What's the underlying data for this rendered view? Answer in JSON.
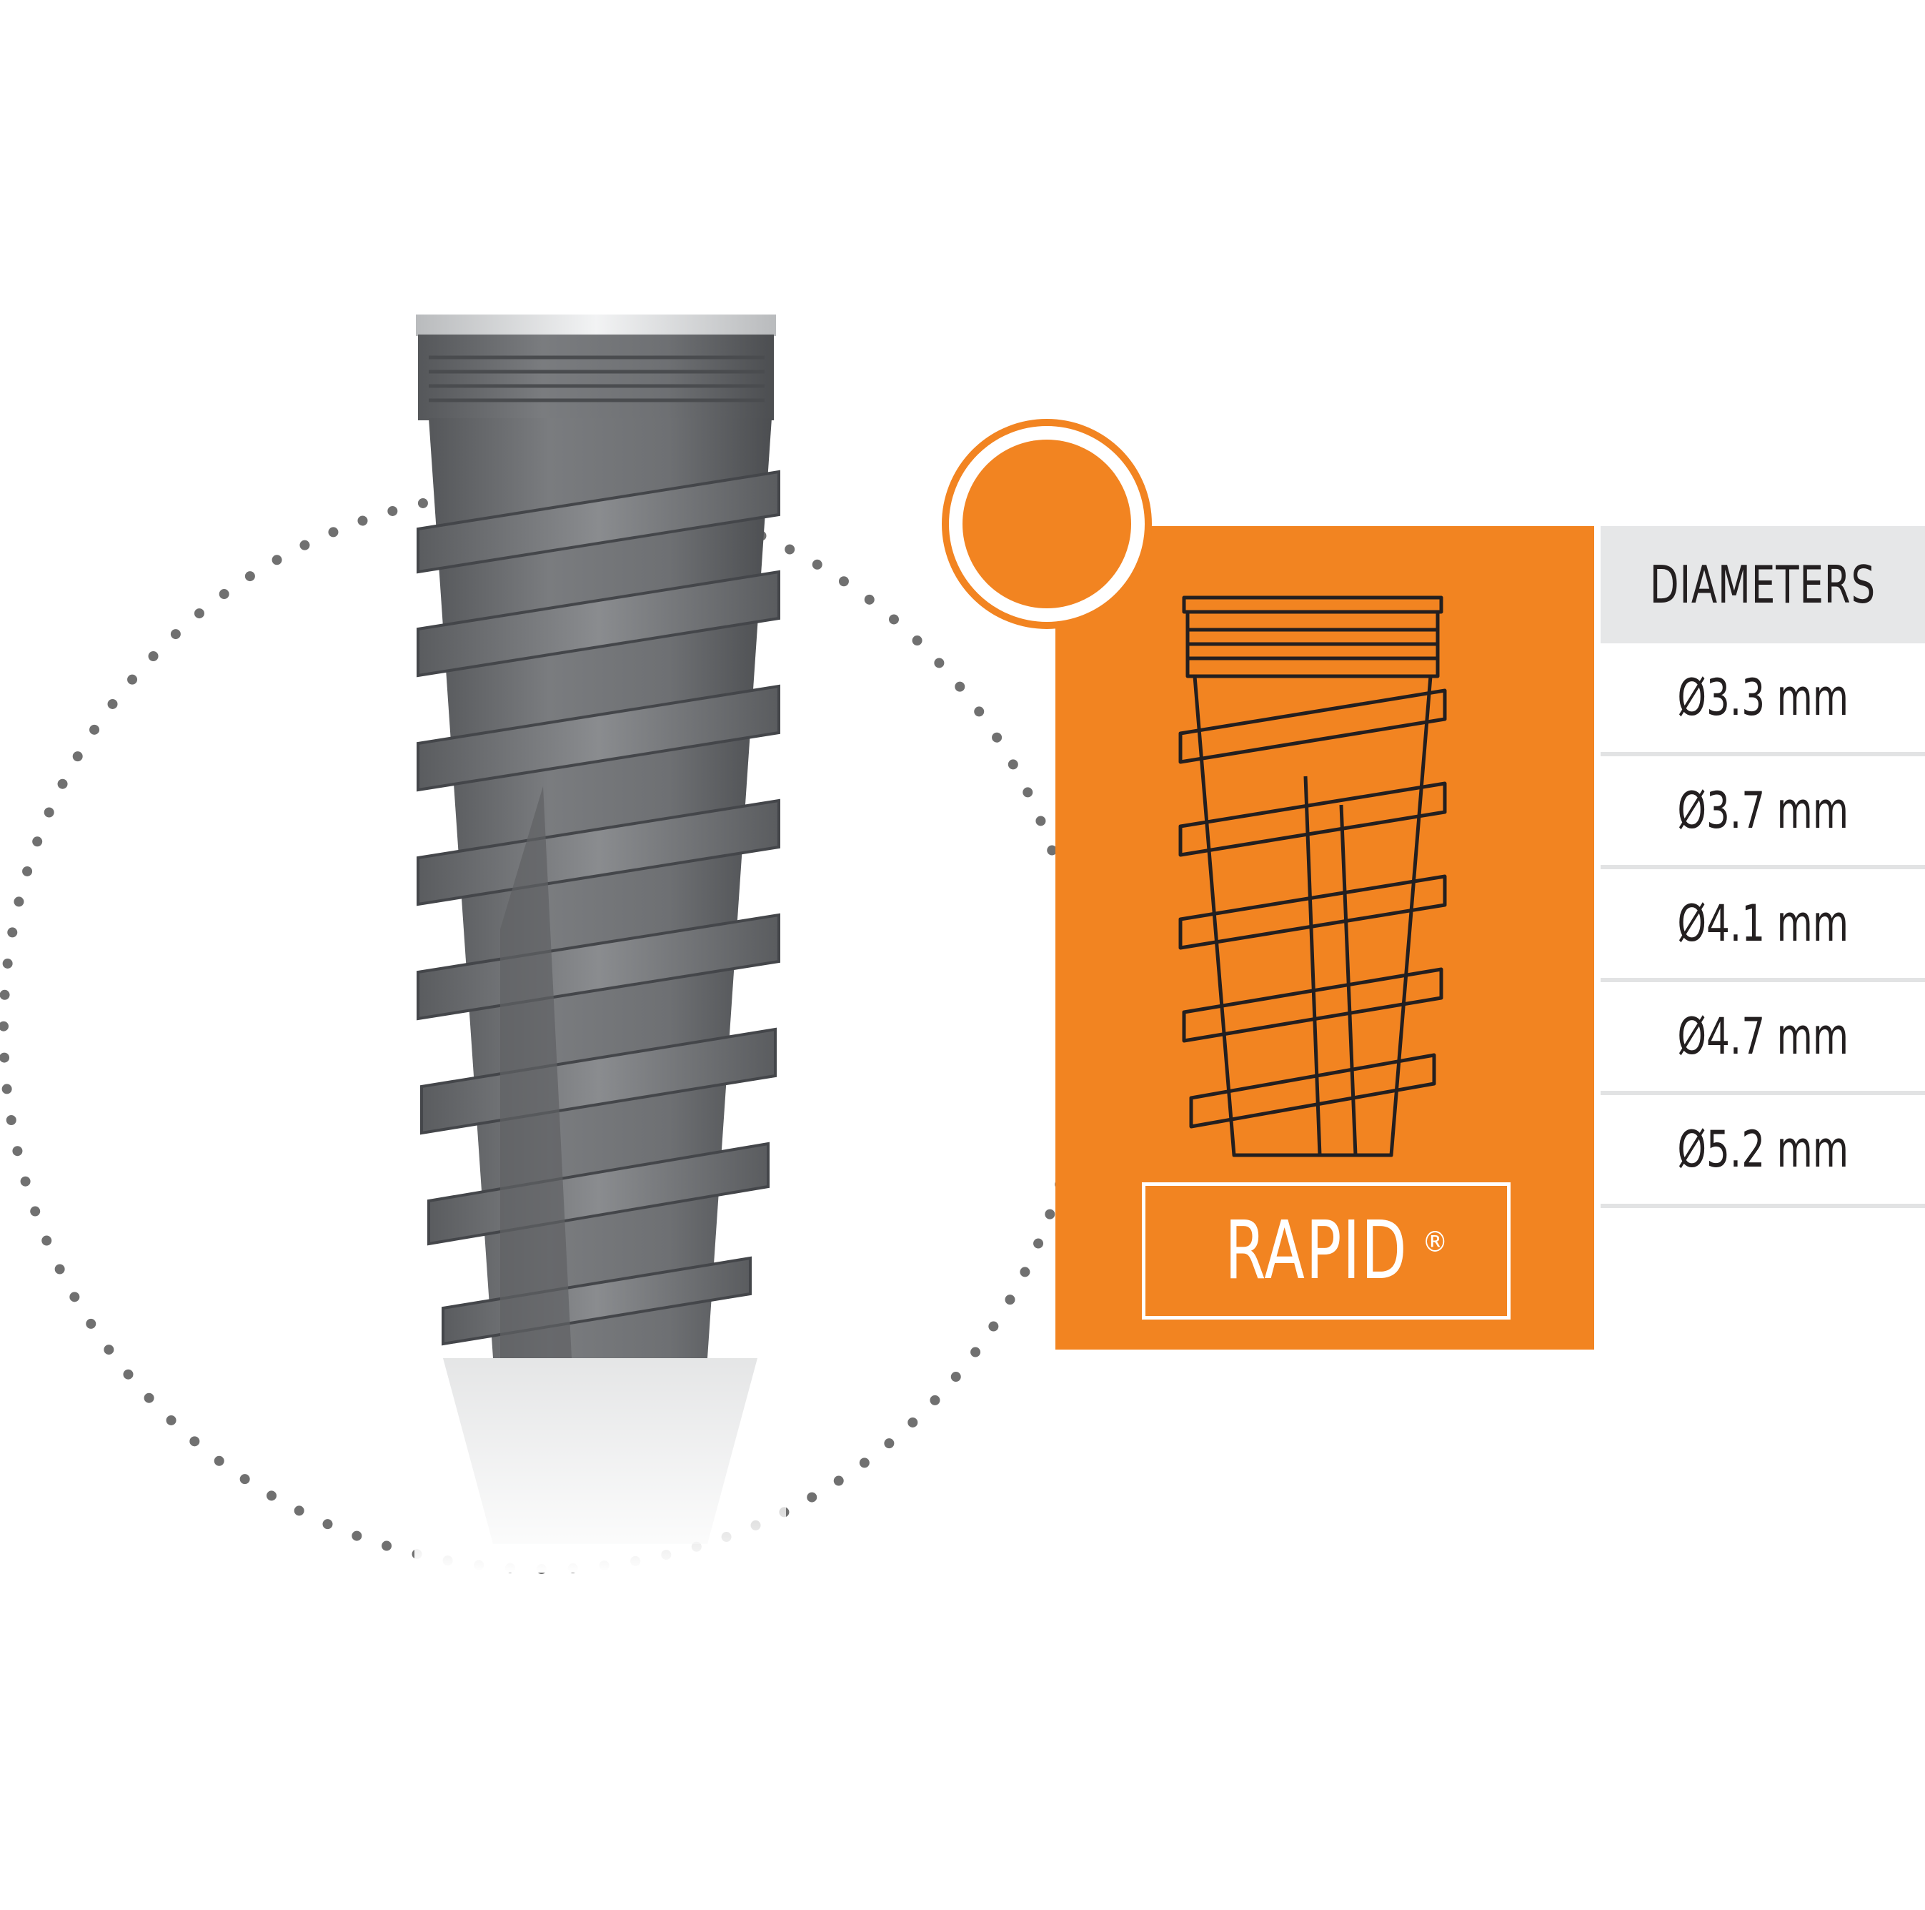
{
  "colors": {
    "accent": "#f28421",
    "header_bg": "#e6e7e8",
    "divider": "#e2e3e4",
    "implant_gray": "#6e7073",
    "dot_gray": "#707070"
  },
  "icons": {
    "implant_photo": "dental-implant-render",
    "implant_drawing": "dental-implant-outline",
    "badge": "orange-circle-badge"
  },
  "brand": {
    "name": "RAPID",
    "mark": "®"
  },
  "spec_table": {
    "header": "DIAMETERS",
    "rows": [
      {
        "label": "Ø3.3 mm"
      },
      {
        "label": "Ø3.7 mm"
      },
      {
        "label": "Ø4.1 mm"
      },
      {
        "label": "Ø4.7 mm"
      },
      {
        "label": "Ø5.2 mm"
      }
    ]
  }
}
